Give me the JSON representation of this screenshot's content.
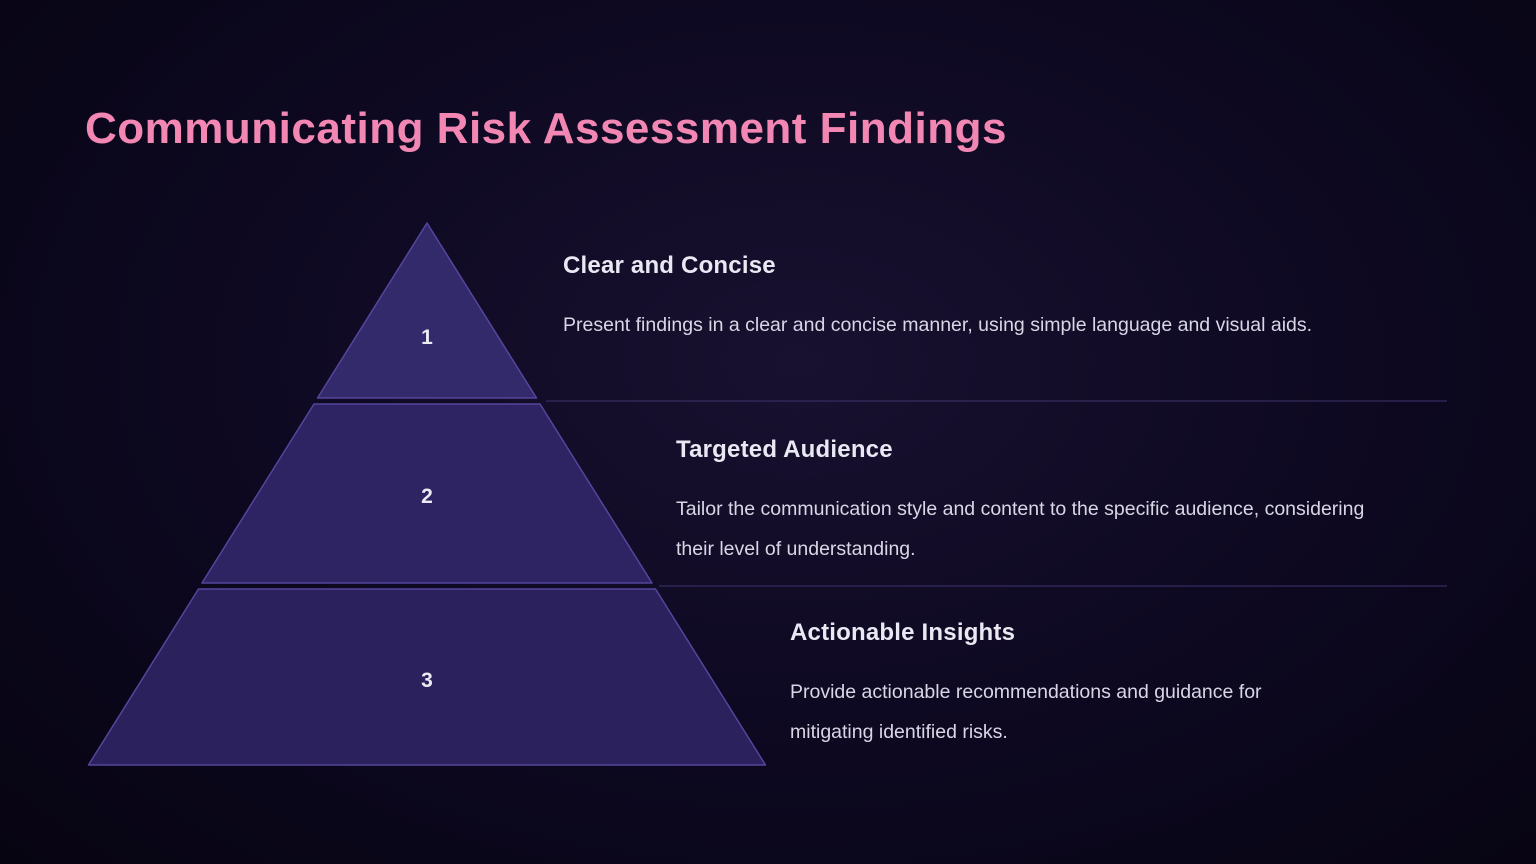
{
  "slide": {
    "title": "Communicating Risk Assessment Findings"
  },
  "colors": {
    "background": "#0d0820",
    "title": "#f287b4",
    "pyramid_fill": "#2e2463",
    "pyramid_stroke": "#56459c",
    "divider_line": "#372c60",
    "heading_text": "#eae8f3",
    "body_text": "#d9d6e6"
  },
  "pyramid": {
    "levels": [
      {
        "number": "1",
        "heading": "Clear and Concise",
        "body": "Present findings in a clear and concise manner, using simple language and visual aids."
      },
      {
        "number": "2",
        "heading": "Targeted Audience",
        "body": "Tailor the communication style and content to the specific audience, considering their level of understanding."
      },
      {
        "number": "3",
        "heading": "Actionable Insights",
        "body": "Provide actionable recommendations and guidance for mitigating identified risks."
      }
    ]
  }
}
